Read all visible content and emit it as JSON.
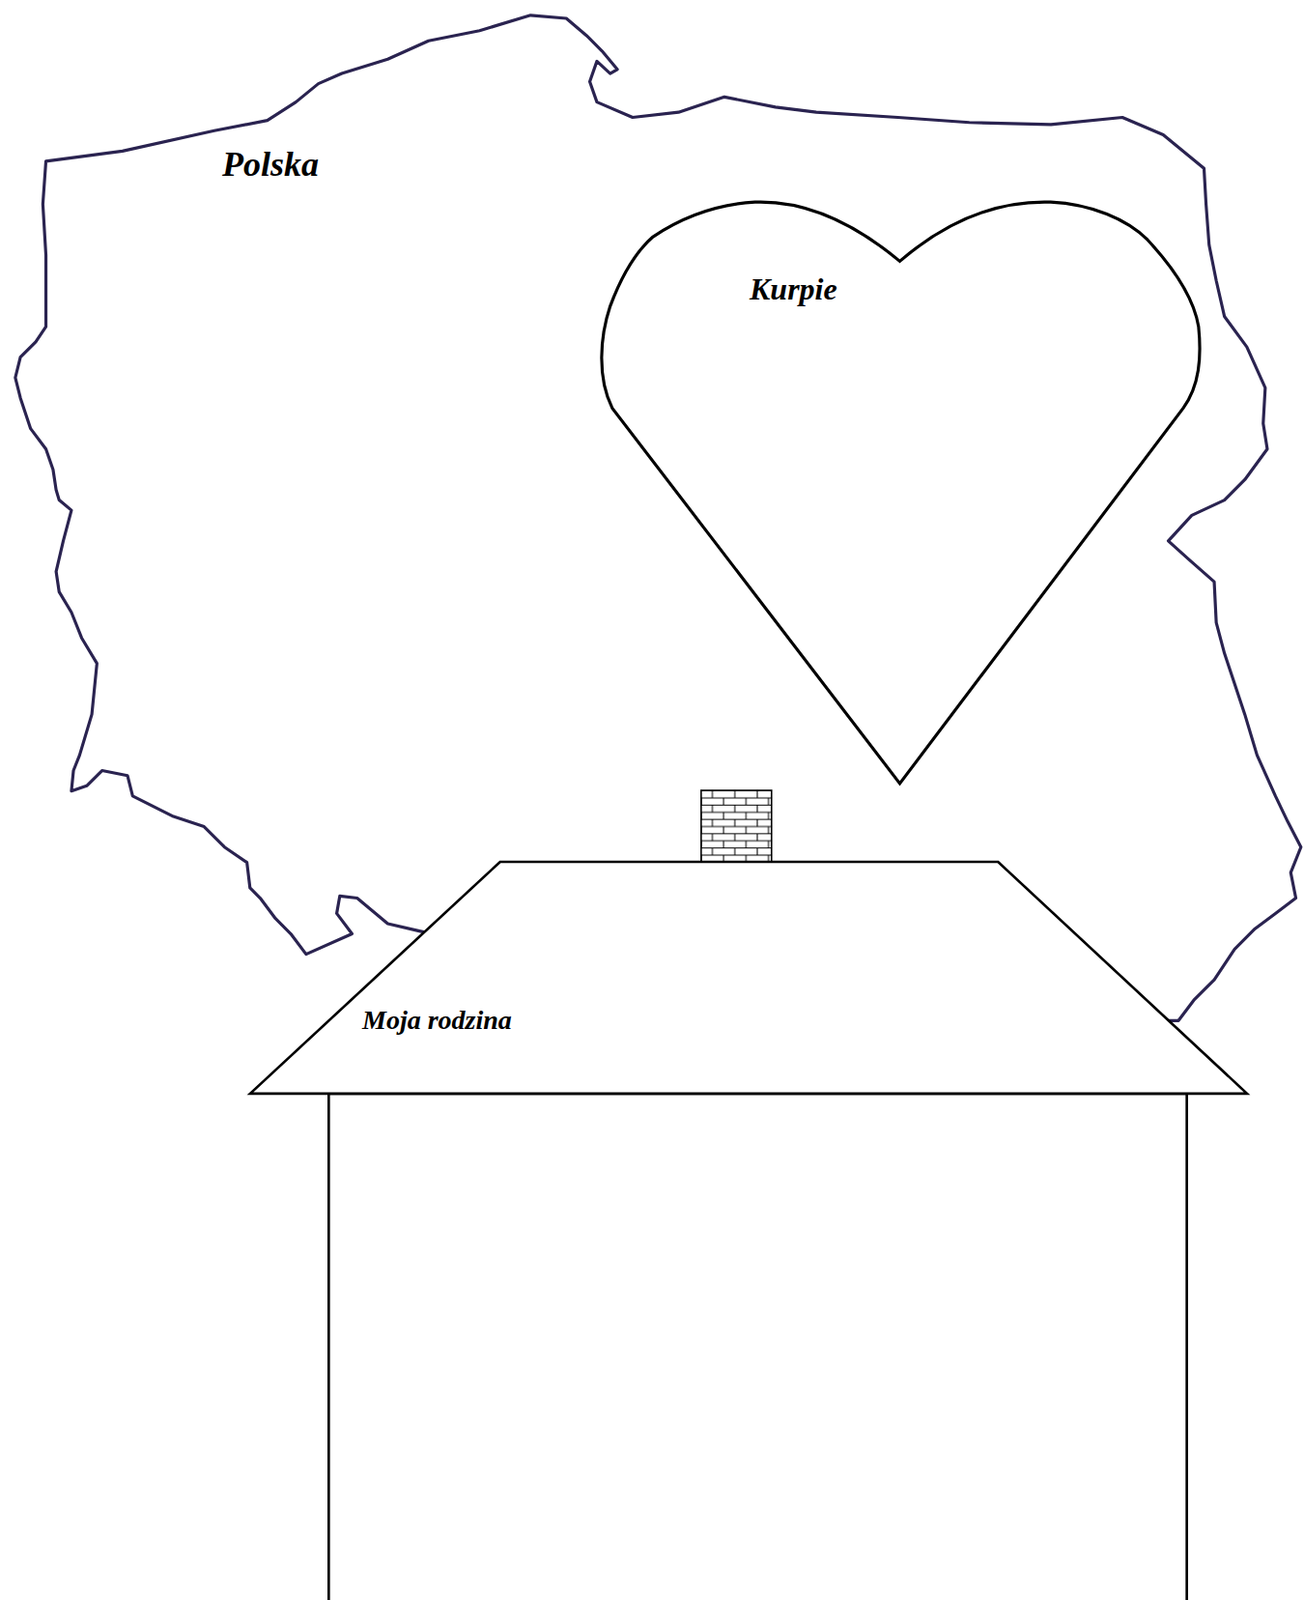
{
  "diagram": {
    "nodes": [
      {
        "text": [
          "Polska"
        ]
      },
      {
        "text": [
          "Kurpie"
        ],
        "in": 0
      },
      {
        "text": [
          "Moja rodzina"
        ]
      }
    ]
  }
}
